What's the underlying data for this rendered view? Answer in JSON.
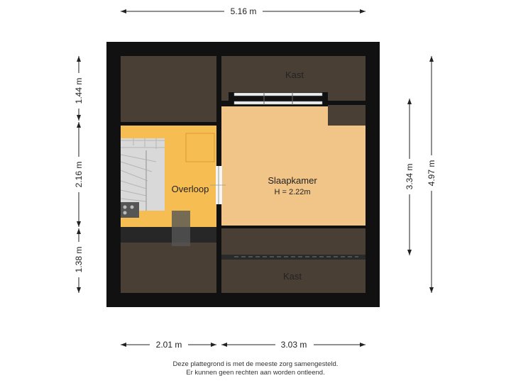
{
  "dimensions": {
    "top_total": "5.16 m",
    "bottom_left": "2.01 m",
    "bottom_right": "3.03 m",
    "left_top": "1.44 m",
    "left_middle": "2.16 m",
    "left_bottom": "1.38 m",
    "right_inner": "3.34 m",
    "right_outer": "4.97 m"
  },
  "rooms": {
    "kast_top": "Kast",
    "kast_bottom": "Kast",
    "slaapkamer": "Slaapkamer",
    "slaapkamer_height": "H = 2.22m",
    "overloop": "Overloop"
  },
  "disclaimer": {
    "line1": "Deze plattegrond is met de meeste zorg samengesteld.",
    "line2": "Er kunnen geen rechten aan worden ontleend."
  },
  "colors": {
    "wall": "#111111",
    "storage": "#4a3f35",
    "bedroom": "#f1c488",
    "landing": "#f6bd52",
    "stair": "#d9d9d9"
  }
}
